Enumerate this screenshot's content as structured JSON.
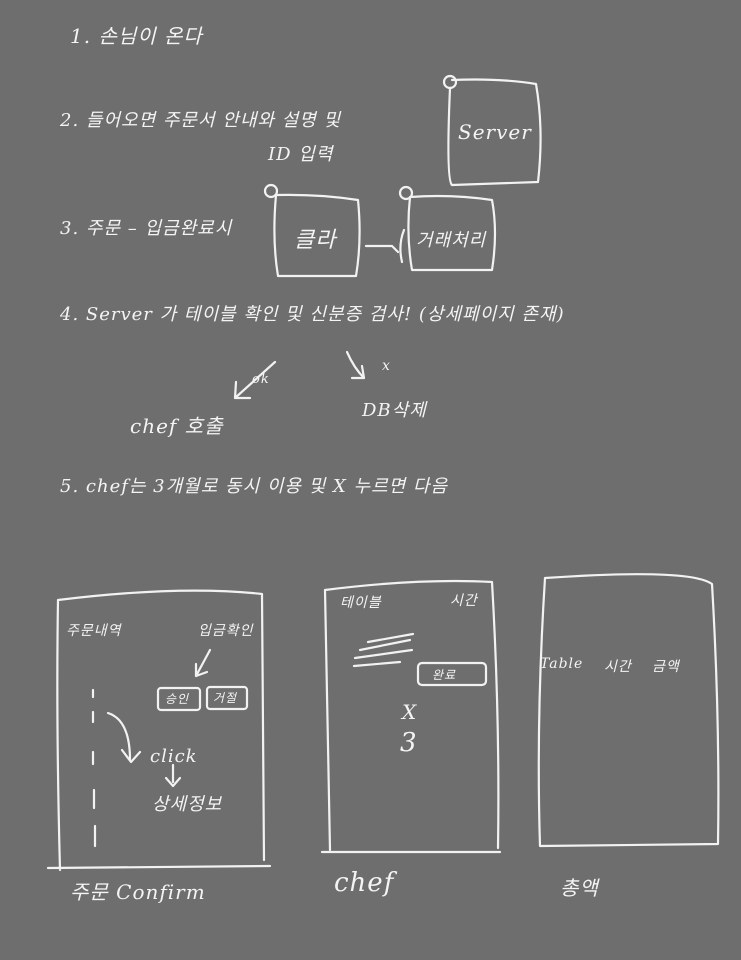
{
  "steps": {
    "s1": "1. 손님이 온다",
    "s2_line1": "2. 들어오면 주문서 안내와 설명 및",
    "s2_line2": "ID 입력",
    "s3": "3. 주문 – 입금완료시",
    "s4": "4. Server 가 테이블 확인 및 신분증 검사! (상세페이지 존재)",
    "s5": "5. chef는 3개월로 동시 이용 및 X 누르면 다음"
  },
  "boxes": {
    "server": "Server",
    "client": "클라",
    "payment": "거래처리"
  },
  "branches": {
    "ok_label": "ok",
    "ok_result": "chef 호출",
    "x_label": "x",
    "x_result": "DB삭제"
  },
  "screens": {
    "order": {
      "title": "주문내역",
      "header_right": "입금확인",
      "btn_approve": "승인",
      "btn_cancel": "거절",
      "click": "click",
      "detail": "상세정보",
      "caption": "주문 Confirm"
    },
    "chef": {
      "col1": "테이블",
      "col2": "시간",
      "btn_done": "완료",
      "x_mark": "X",
      "count": "3",
      "caption": "chef"
    },
    "total": {
      "col1": "Table",
      "col2": "시간",
      "col3": "금액",
      "caption": "총액"
    }
  }
}
